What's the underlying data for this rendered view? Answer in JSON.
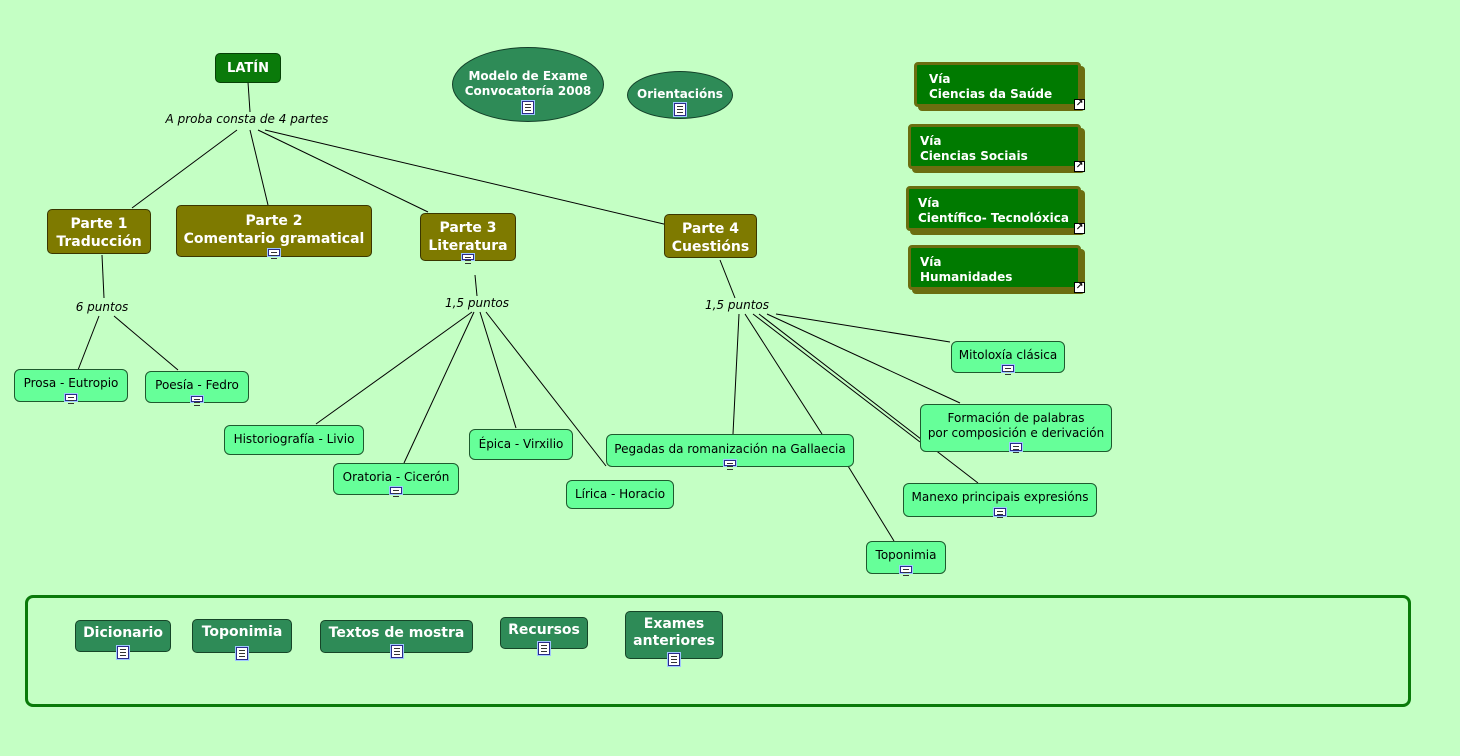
{
  "root": {
    "label": "LATÍN"
  },
  "root_link_label": "A proba consta de 4 partes",
  "exam_model": {
    "line1": "Modelo de Exame",
    "line2": "Convocatoría 2008"
  },
  "guidelines": {
    "label": "Orientacións"
  },
  "parts": [
    {
      "line1": "Parte 1",
      "line2": "Traducción"
    },
    {
      "line1": "Parte 2",
      "line2": "Comentario gramatical"
    },
    {
      "line1": "Parte 3",
      "line2": "Literatura"
    },
    {
      "line1": "Parte 4",
      "line2": "Cuestións"
    }
  ],
  "link_labels": {
    "p1": "6 puntos",
    "p3": "1,5 puntos",
    "p4": "1,5 puntos"
  },
  "part1_items": [
    "Prosa - Eutropio",
    "Poesía - Fedro"
  ],
  "part3_items": [
    "Historiografía - Livio",
    "Oratoria - Cicerón",
    "Épica - Virxilio",
    "Lírica - Horacio"
  ],
  "part4_items": {
    "mitoloxia": "Mitoloxía clásica",
    "formacion_1": "Formación de palabras",
    "formacion_2": "por composición e derivación",
    "pegadas": "Pegadas da romanización na Gallaecia",
    "manexo": "Manexo principais expresións",
    "toponimia": "Toponimia"
  },
  "vias": [
    {
      "line1": "Vía",
      "line2": "Ciencias da Saúde"
    },
    {
      "line1": "Vía",
      "line2": "Ciencias Sociais"
    },
    {
      "line1": "Vía",
      "line2": "Científico- Tecnolóxica"
    },
    {
      "line1": "Vía",
      "line2": "Humanidades"
    }
  ],
  "tools": [
    {
      "label": "Dicionario"
    },
    {
      "label": "Toponimia"
    },
    {
      "label": "Textos de mostra"
    },
    {
      "label": "Recursos"
    },
    {
      "line1": "Exames",
      "line2": "anteriores"
    }
  ],
  "icons": {
    "resource": "document-icon",
    "shortcut": "shortcut-arrow-icon"
  },
  "colors": {
    "background": "#c4ffc4",
    "part_node": "#7e7a00",
    "leaf_node": "#66ff99",
    "via_node": "#007a00",
    "tool_node": "#2e8b57"
  }
}
